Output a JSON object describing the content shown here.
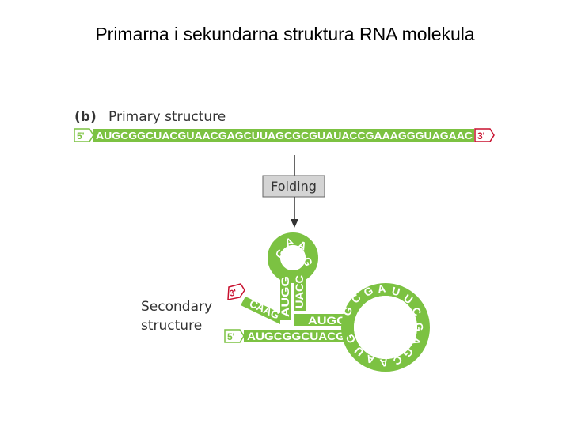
{
  "title": "Primarna i sekundarna struktura RNA molekula",
  "panel_letter": "(b)",
  "primary_label": "Primary structure",
  "primary_sequence": "AUGCGGCUACGUAACGAGCUUAGCGCGUAUACCGAAAGGGUAGAAC",
  "five_prime": "5'",
  "three_prime": "3'",
  "folding_label": "Folding",
  "secondary_label_line1": "Secondary",
  "secondary_label_line2": "structure",
  "secondary": {
    "bottom_strand": "AUGCGGCUACG",
    "middle_strand": "AUGC",
    "hairpin_left_stem": "AUGG",
    "hairpin_right_stem": "UACC",
    "tail": "CAAG",
    "hairpin_loop": [
      "G",
      "A",
      "A",
      "G"
    ],
    "big_loop": [
      "G",
      "C",
      "G",
      "A",
      "U",
      "U",
      "C",
      "G",
      "A",
      "G",
      "C",
      "A",
      "A",
      "U",
      "G"
    ]
  },
  "colors": {
    "green": "#7cc242",
    "red": "#c8102e",
    "arrow": "#333333",
    "box": "#d4d4d4"
  }
}
